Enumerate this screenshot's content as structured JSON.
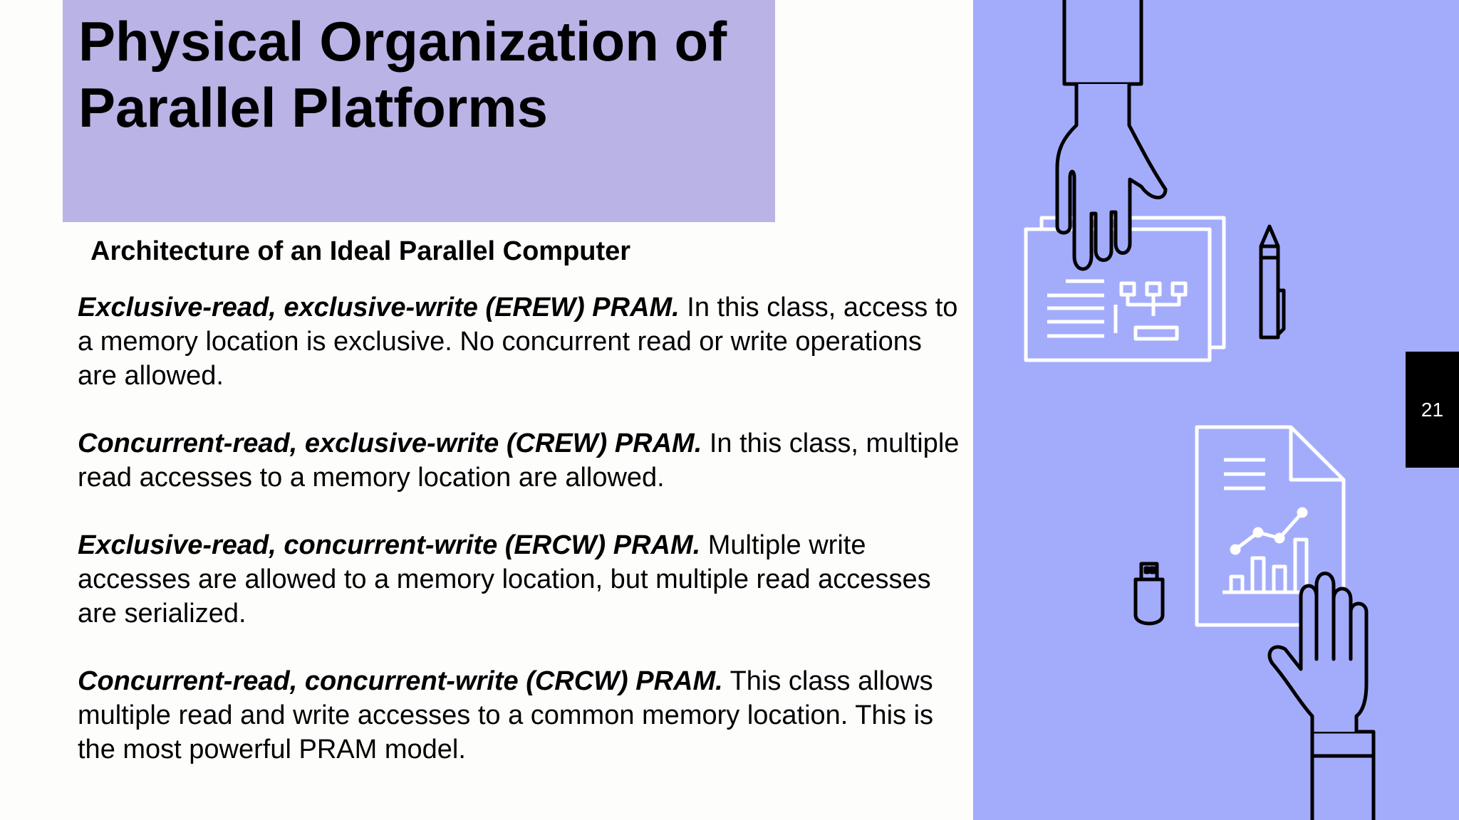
{
  "slide": {
    "title": "Physical Organization of Parallel Platforms",
    "subtitle": "Architecture of an Ideal Parallel Computer",
    "paragraphs": [
      {
        "lead": "Exclusive-read, exclusive-write (EREW) PRAM.",
        "text": " In this class, access to a memory location is exclusive. No concurrent read or write operations are allowed."
      },
      {
        "lead": "Concurrent-read, exclusive-write (CREW) PRAM.",
        "text": " In this class, multiple read accesses to a memory location are allowed."
      },
      {
        "lead": "Exclusive-read, concurrent-write (ERCW) PRAM.",
        "text": " Multiple write accesses are allowed to a memory location, but multiple read accesses are serialized."
      },
      {
        "lead": "Concurrent-read, concurrent-write (CRCW) PRAM.",
        "text": " This class allows multiple read and write accesses to a common memory location. This is the most powerful PRAM model."
      }
    ],
    "page_number": "21"
  },
  "colors": {
    "title_band": "#b9b3e6",
    "right_panel": "#a3acfb",
    "page_tab": "#000000"
  },
  "illustration": {
    "icons": [
      "hand-icon",
      "document-folder-icon",
      "pen-icon",
      "usb-drive-icon",
      "chart-document-icon"
    ]
  }
}
